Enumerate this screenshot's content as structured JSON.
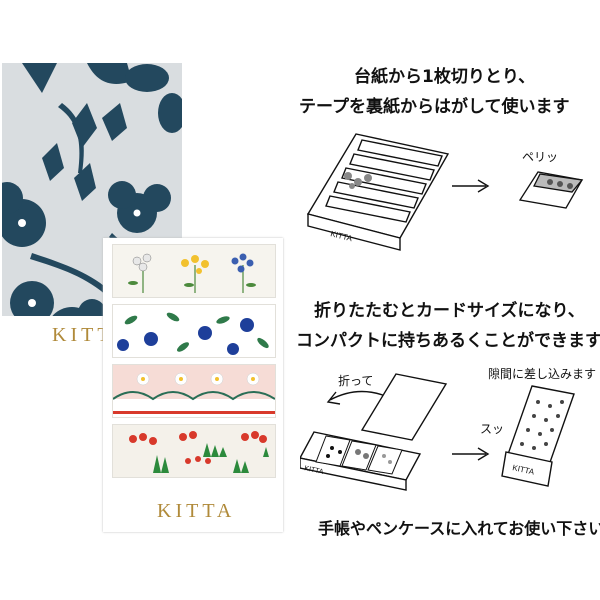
{
  "brand": {
    "logo_text": "KITTA"
  },
  "instructions": {
    "step1_line1": "台紙から1枚切りとり、",
    "step1_line2": "テープを裏紙からはがして使います",
    "peel_sfx": "ペリッ",
    "step2_line1": "折りたたむとカードサイズになり、",
    "step2_line2": "コンパクトに持ちあるくことができます",
    "fold_label": "折って",
    "insert_label": "隙間に差し込みます",
    "slide_sfx": "スッ",
    "footer": "手帳やペンケースに入れてお使い下さい"
  },
  "colors": {
    "navy": "#23485e",
    "gold": "#b08a3a",
    "gray_bg": "#d9dde0"
  }
}
